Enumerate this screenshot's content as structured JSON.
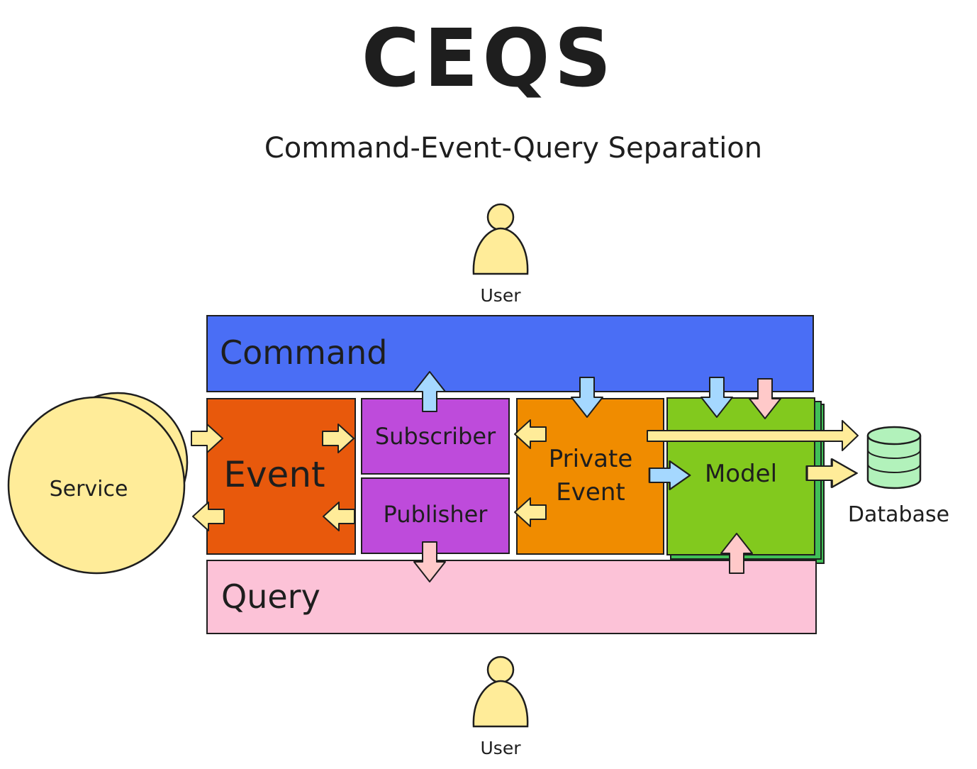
{
  "title": "CEQS",
  "subtitle": "Command-Event-Query Separation",
  "nodes": {
    "user_top": "User",
    "user_bottom": "User",
    "command": "Command",
    "event": "Event",
    "subscriber": "Subscriber",
    "publisher": "Publisher",
    "private_event_line1": "Private",
    "private_event_line2": "Event",
    "model": "Model",
    "service": "Service",
    "database": "Database",
    "query": "Query"
  },
  "colors": {
    "command": "#4a6ef5",
    "event": "#e8590c",
    "subscriber_publisher": "#be4bdb",
    "private_event": "#f08c00",
    "model": "#82c91e",
    "model_stack": "#40c057",
    "query": "#fcc2d7",
    "user_service": "#ffec99",
    "database": "#b2f2bb",
    "arrow_yellow": "#ffec99",
    "arrow_blue": "#a5d8ff",
    "arrow_pink": "#ffc9c9",
    "stroke": "#1e1e1e"
  }
}
